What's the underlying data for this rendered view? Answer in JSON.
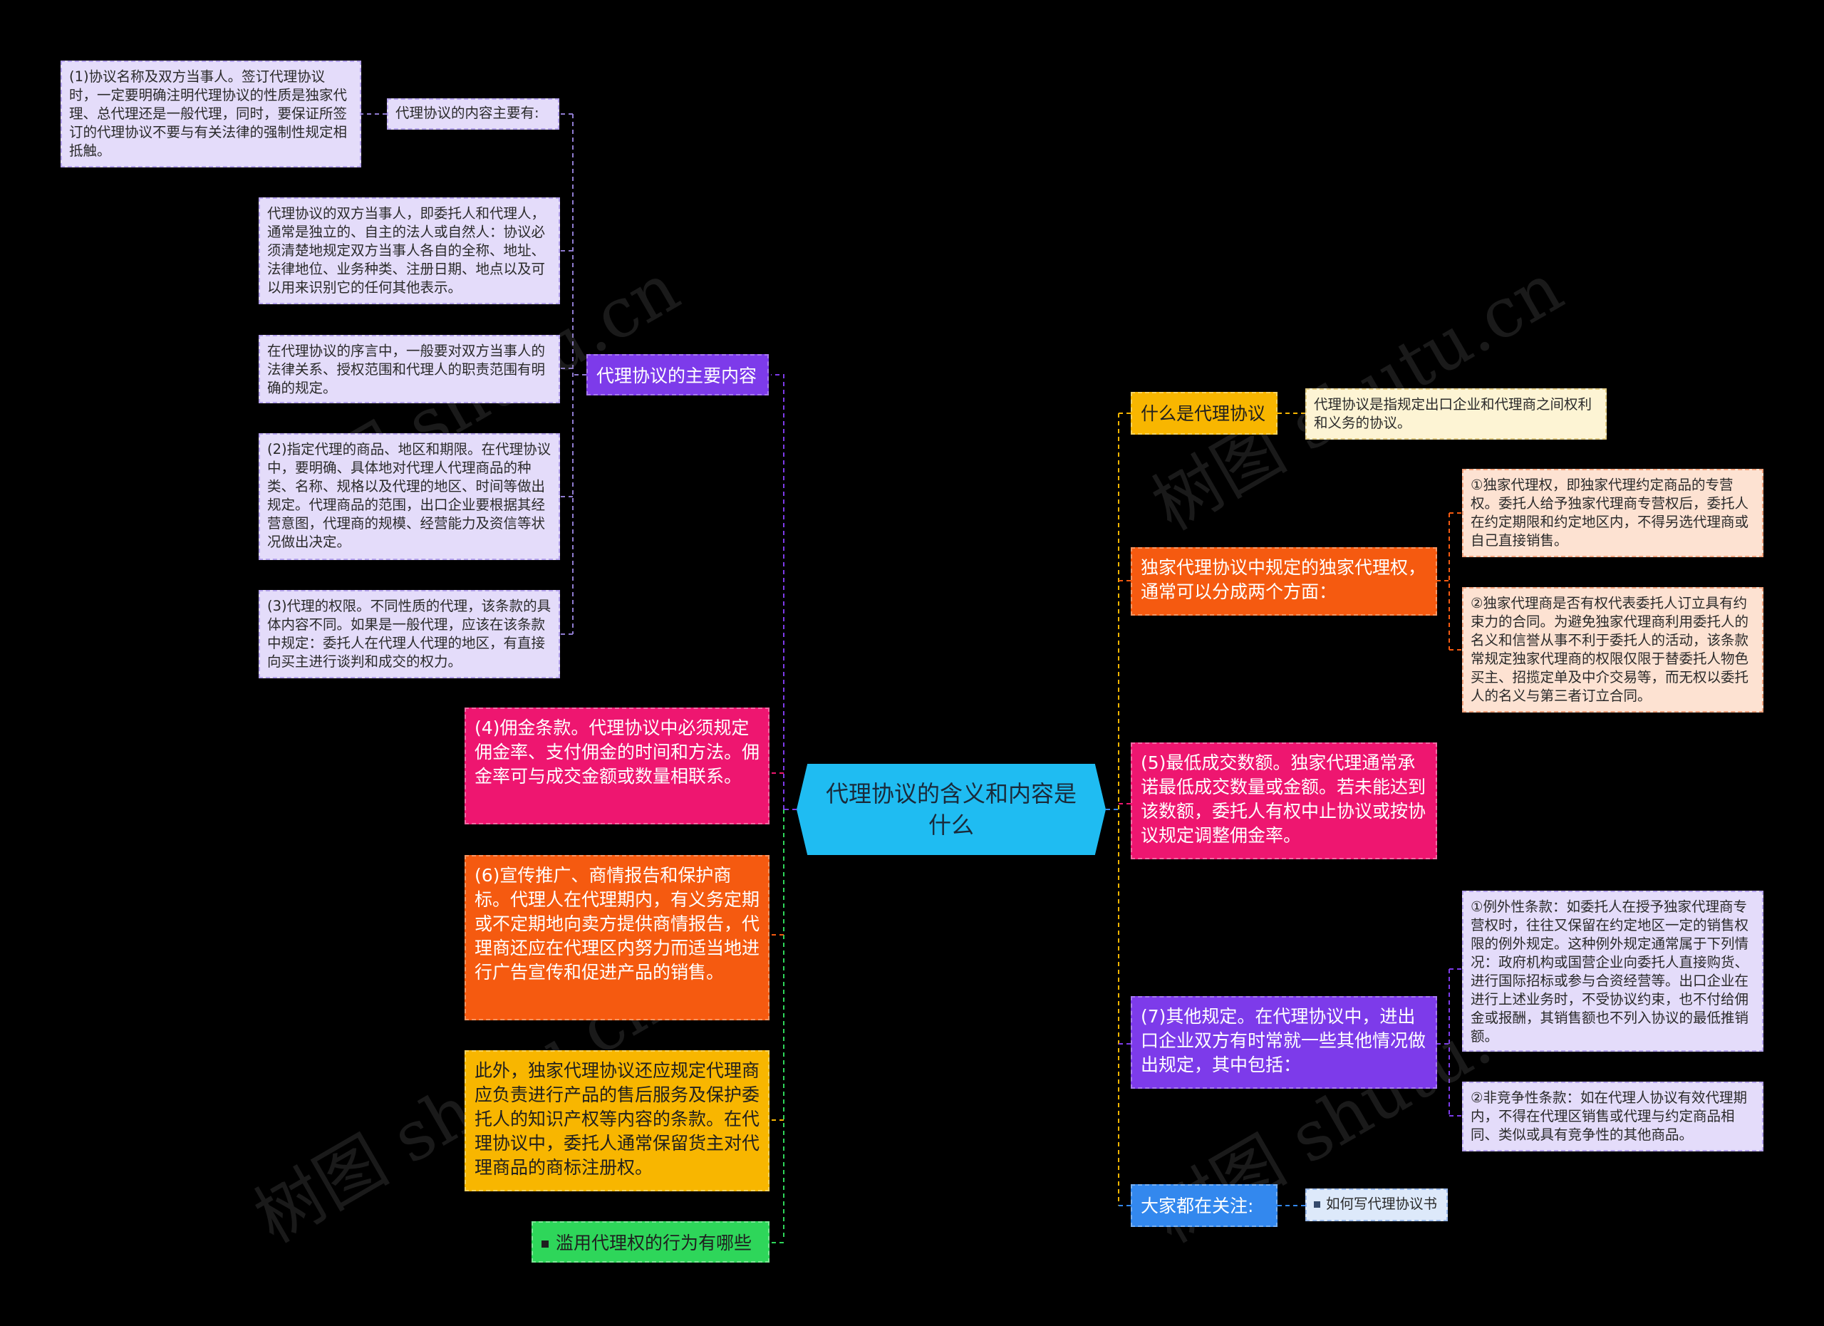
{
  "root": {
    "title": "代理协议的含义和内容是什么"
  },
  "left": {
    "main_content": {
      "label": "代理协议的主要内容",
      "intro_label": "代理协议的内容主要有:",
      "item1": "(1)协议名称及双方当事人。签订代理协议时，一定要明确注明代理协议的性质是独家代理、总代理还是一般代理，同时，要保证所签订的代理协议不要与有关法律的强制性规定相抵触。",
      "parties": "代理协议的双方当事人，即委托人和代理人，通常是独立的、自主的法人或自然人：协议必须清楚地规定双方当事人各自的全称、地址、法律地位、业务种类、注册日期、地点以及可以用来识别它的任何其他表示。",
      "preamble": "在代理协议的序言中，一般要对双方当事人的法律关系、授权范围和代理人的职责范围有明确的规定。",
      "item2": "(2)指定代理的商品、地区和期限。在代理协议中，要明确、具体地对代理人代理商品的种类、名称、规格以及代理的地区、时间等做出规定。代理商品的范围，出口企业要根据其经营意图，代理商的规模、经营能力及资信等状况做出决定。",
      "item3": "(3)代理的权限。不同性质的代理，该条款的具体内容不同。如果是一般代理，应该在该条款中规定：委托人在代理人代理的地区，有直接向买主进行谈判和成交的权力。"
    },
    "commission": "(4)佣金条款。代理协议中必须规定佣金率、支付佣金的时间和方法。佣金率可与成交金额或数量相联系。",
    "promotion": "(6)宣传推广、商情报告和保护商标。代理人在代理期内，有义务定期或不定期地向卖方提供商情报告，代理商还应在代理区内努力而适当地进行广告宣传和促进产品的销售。",
    "after_sales": "此外，独家代理协议还应规定代理商应负责进行产品的售后服务及保护委托人的知识产权等内容的条款。在代理协议中，委托人通常保留货主对代理商品的商标注册权。",
    "abuse_link": "滥用代理权的行为有哪些"
  },
  "right": {
    "what_is": {
      "label": "什么是代理协议",
      "definition": "代理协议是指规定出口企业和代理商之间权利和义务的协议。"
    },
    "exclusive": {
      "label": "独家代理协议中规定的独家代理权，通常可以分成两个方面：",
      "point1": "①独家代理权，即独家代理约定商品的专营权。委托人给予独家代理商专营权后，委托人在约定期限和约定地区内，不得另选代理商或自己直接销售。",
      "point2": "②独家代理商是否有权代表委托人订立具有约束力的合同。为避免独家代理商利用委托人的名义和信誉从事不利于委托人的活动，该条款常规定独家代理商的权限仅限于替委托人物色买主、招揽定单及中介交易等，而无权以委托人的名义与第三者订立合同。"
    },
    "minimum": "(5)最低成交数额。独家代理通常承诺最低成交数量或金额。若未能达到该数额，委托人有权中止协议或按协议规定调整佣金率。",
    "other": {
      "label": "(7)其他规定。在代理协议中，进出口企业双方有时常就一些其他情况做出规定，其中包括：",
      "point1": "①例外性条款：如委托人在授予独家代理商专营权时，往往又保留在约定地区一定的销售权限的例外规定。这种例外规定通常属于下列情况：政府机构或国营企业向委托人直接购货、进行国际招标或参与合资经营等。出口企业在进行上述业务时，不受协议约束，也不付给佣金或报酬，其销售额也不列入协议的最低推销额。",
      "point2": "②非竞争性条款：如在代理人协议有效代理期内，不得在代理区销售或代理与约定商品相同、类似或具有竞争性的其他商品。"
    },
    "attention": {
      "label": "大家都在关注:",
      "link": "如何写代理协议书"
    }
  },
  "watermark": "树图 shutu.cn",
  "colors": {
    "background": "#000000",
    "root": "#1fbcf2",
    "purple": "#7d3bea",
    "pink": "#ee1670",
    "orange": "#f55a10",
    "yellow": "#f8b600",
    "green": "#2ed65a",
    "blue": "#3388ee"
  }
}
